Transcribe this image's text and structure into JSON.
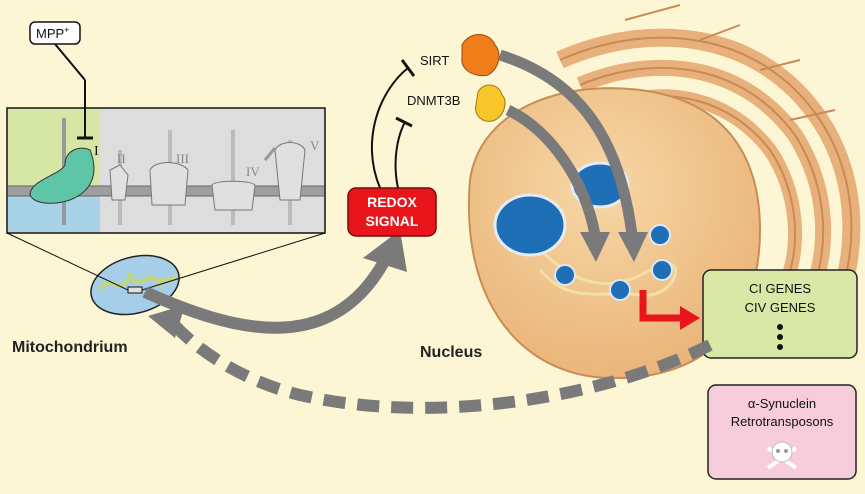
{
  "labels": {
    "mpp": "MPP",
    "mpp_sup": "+",
    "complexes": [
      "I",
      "II",
      "III",
      "IV",
      "V"
    ],
    "sirt": "SIRT",
    "dnmt3b": "DNMT3B",
    "redox_line1": "REDOX",
    "redox_line2": "SIGNAL",
    "mitochondrion": "Mitochondrium",
    "nucleus": "Nucleus",
    "genes_line1": "CI GENES",
    "genes_line2": "CIV GENES",
    "tox_line1": "α-Synuclein",
    "tox_line2": "Retrotransposons"
  },
  "colors": {
    "background": "#fdf6d4",
    "redox": "#e8151b",
    "genes_box": "#d9e8a6",
    "tox_box": "#f7cddb",
    "nucleus": "#f1c387",
    "er": "#e3a66b",
    "arrow": "#7a7a7a",
    "complex_I": "#5ec5a6",
    "sirt": "#ef7d1a",
    "dnmt3b": "#f7c62b",
    "chromatin": "#1f6fb6"
  },
  "icons": {
    "toxicity": "skull-crossbones-icon"
  }
}
